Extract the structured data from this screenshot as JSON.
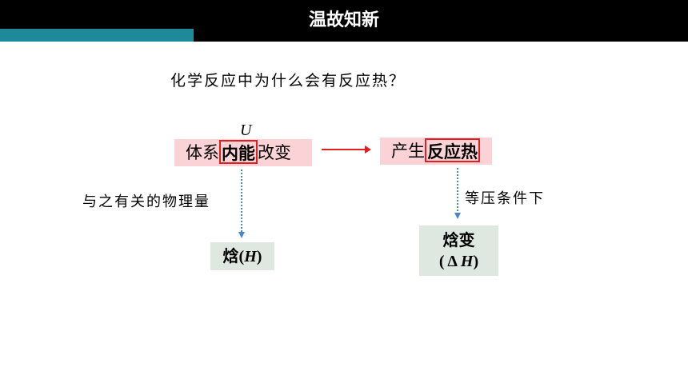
{
  "header": {
    "title": "温故知新"
  },
  "question": "化学反应中为什么会有反应热？",
  "symbol_u": "U",
  "left_box": {
    "prefix": "体系",
    "highlight": "内能",
    "suffix": "改变"
  },
  "right_box": {
    "prefix": "产生",
    "highlight": "反应热"
  },
  "left_label": "与之有关的物理量",
  "right_label": "等压条件下",
  "enthalpy_box": {
    "name": "焓",
    "open": "(",
    "symbol": "H",
    "close": ")"
  },
  "delta_box": {
    "name": "焓变",
    "open": "( Δ ",
    "symbol": "H",
    "close": ")"
  },
  "colors": {
    "header": "#000000",
    "teal": "#1e8a99",
    "pink": "#fbd2d5",
    "green": "#dfe8e0",
    "red": "#e02020",
    "dotted": "#4a86c8"
  }
}
